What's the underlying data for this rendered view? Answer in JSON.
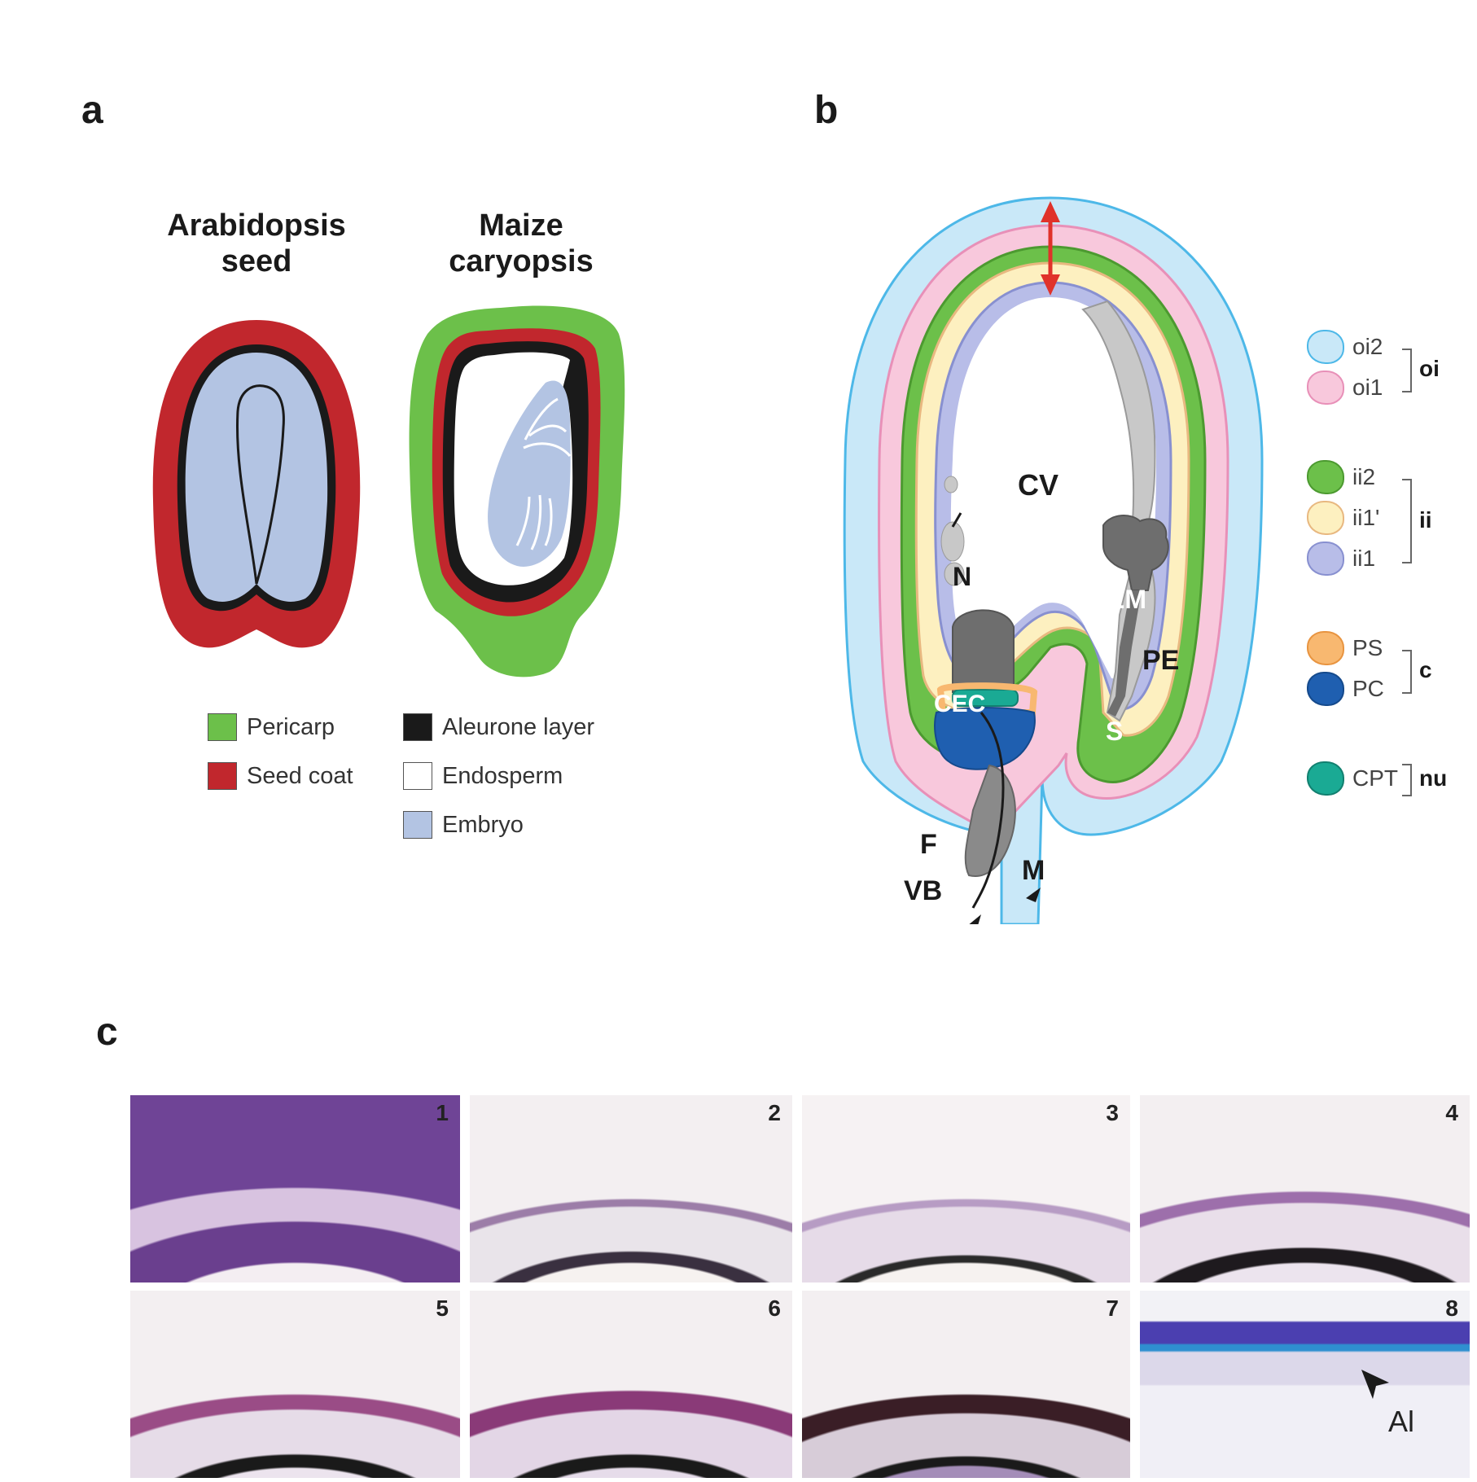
{
  "panel_a": {
    "letter": "a",
    "arabidopsis_title": [
      "Arabidopsis",
      "seed"
    ],
    "maize_title": [
      "Maize",
      "caryopsis"
    ],
    "legend": [
      {
        "label": "Pericarp",
        "color": "#6cc04a"
      },
      {
        "label": "Seed coat",
        "color": "#c1272d"
      },
      {
        "label": "Aleurone layer",
        "color": "#1a1a1a"
      },
      {
        "label": "Endosperm",
        "color": "#ffffff"
      },
      {
        "label": "Embryo",
        "color": "#b3c4e3"
      }
    ]
  },
  "panel_b": {
    "letter": "b",
    "labels": {
      "cv": "CV",
      "n": "N",
      "em": "EM",
      "pe": "PE",
      "cec": "CEC",
      "s": "S",
      "f": "F",
      "vb": "VB",
      "m": "M"
    },
    "legend": [
      {
        "label": "oi2",
        "color": "#c9e8f8",
        "border": "#4db8e8"
      },
      {
        "label": "oi1",
        "color": "#f8c8dc",
        "border": "#e890b8"
      },
      {
        "label": "ii2",
        "color": "#6cc04a",
        "border": "#4c9a30"
      },
      {
        "label": "ii1'",
        "color": "#fdf0c0",
        "border": "#e8b880"
      },
      {
        "label": "ii1",
        "color": "#b8bde8",
        "border": "#8890d0"
      },
      {
        "label": "PS",
        "color": "#f8b870",
        "border": "#e89440"
      },
      {
        "label": "PC",
        "color": "#1f5fb0",
        "border": "#154a8c"
      },
      {
        "label": "CPT",
        "color": "#1aaa94",
        "border": "#128070"
      }
    ],
    "groups": {
      "oi": "oi",
      "ii": "ii",
      "c": "c",
      "nu": "nu"
    }
  },
  "panel_c": {
    "letter": "c",
    "photo_numbers": [
      "1",
      "2",
      "3",
      "4",
      "5",
      "6",
      "7",
      "8"
    ],
    "al_label": "Al"
  }
}
